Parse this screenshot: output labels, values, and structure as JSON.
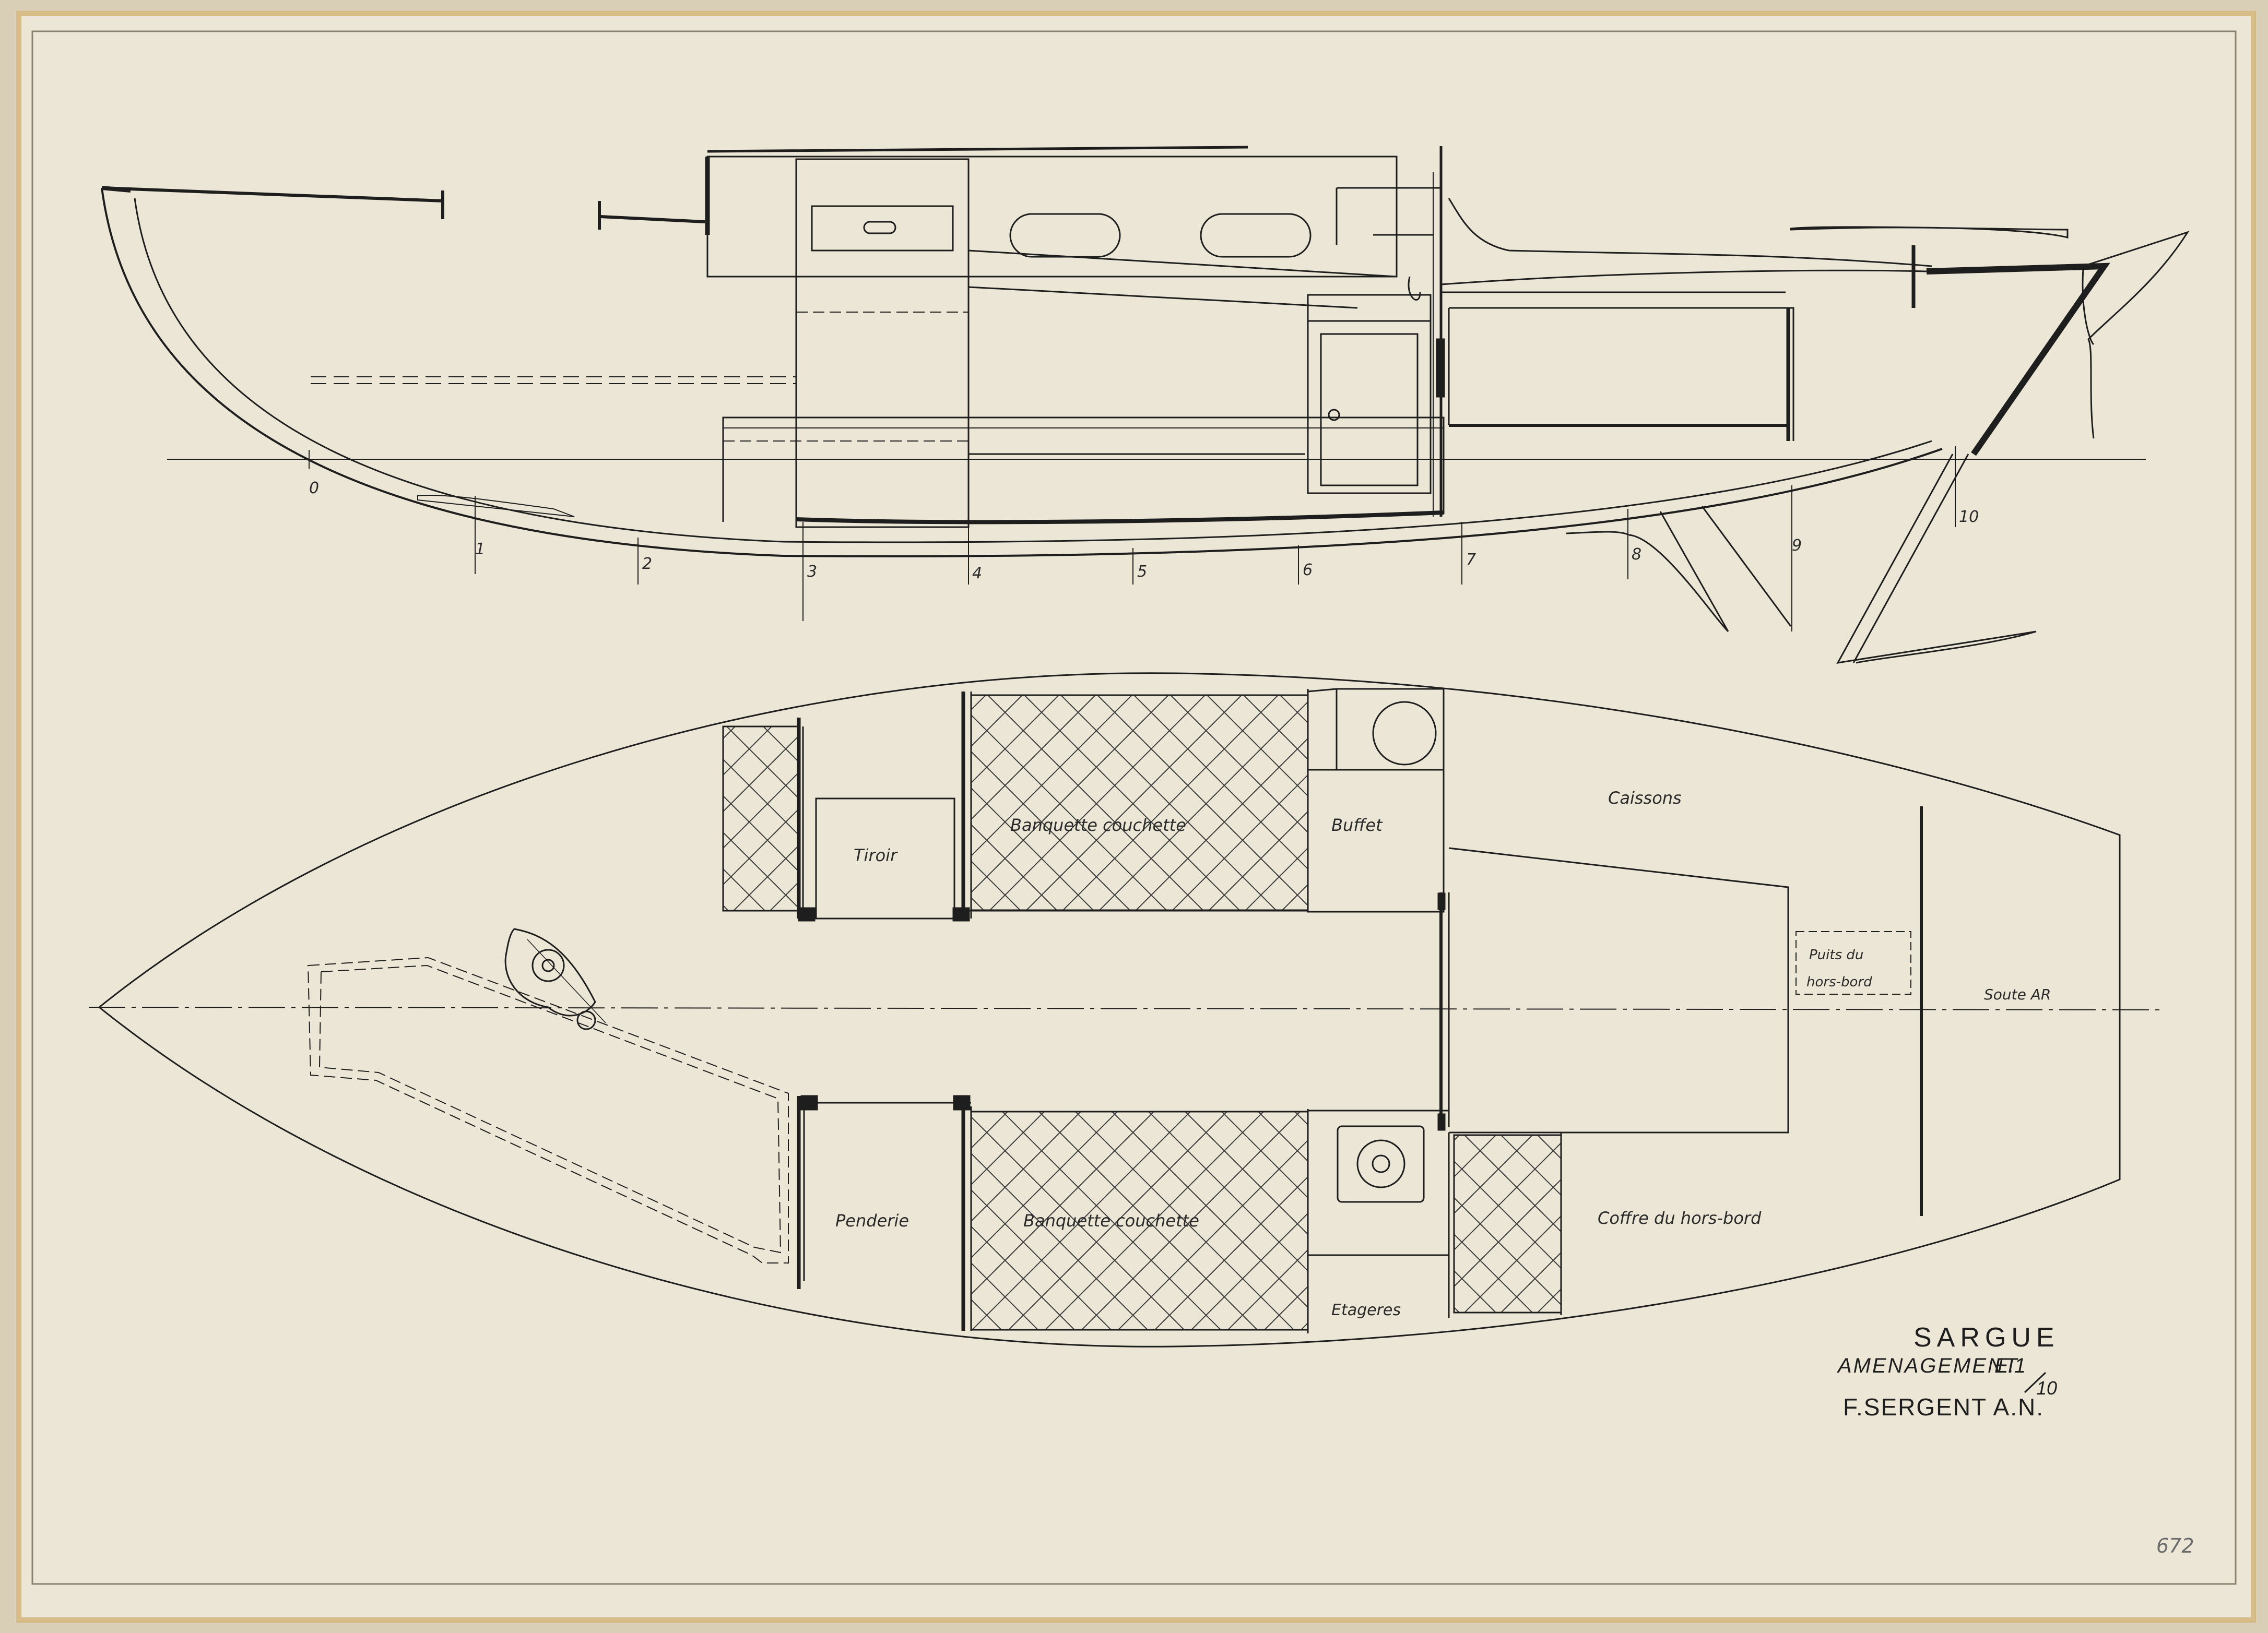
{
  "sheet_number": "672",
  "cartouche": {
    "boat_name": "SARGUE",
    "plan_title": "AMENAGEMENT",
    "scale": "E.1/10",
    "scale_prefix": "E.1",
    "scale_denominator": "10",
    "architect": "F.SERGENT A.N."
  },
  "profile_view": {
    "station_numbers": [
      "0",
      "1",
      "2",
      "3",
      "4",
      "5",
      "6",
      "7",
      "8",
      "9",
      "10"
    ]
  },
  "plan_view": {
    "labels": {
      "tiroir": "Tiroir",
      "banquette_bd": "Banquette couchette",
      "buffet": "Buffet",
      "caissons": "Caissons",
      "puits_line1": "Puits du",
      "puits_line2": "hors-bord",
      "soute": "Soute AR",
      "penderie": "Penderie",
      "banquette_td": "Banquette couchette",
      "coffre": "Coffre du hors-bord",
      "etageres": "Etageres"
    }
  },
  "colors": {
    "paper": "#ece6d6",
    "ink": "#1e1e1e",
    "border_tape": "#c89b4a"
  }
}
